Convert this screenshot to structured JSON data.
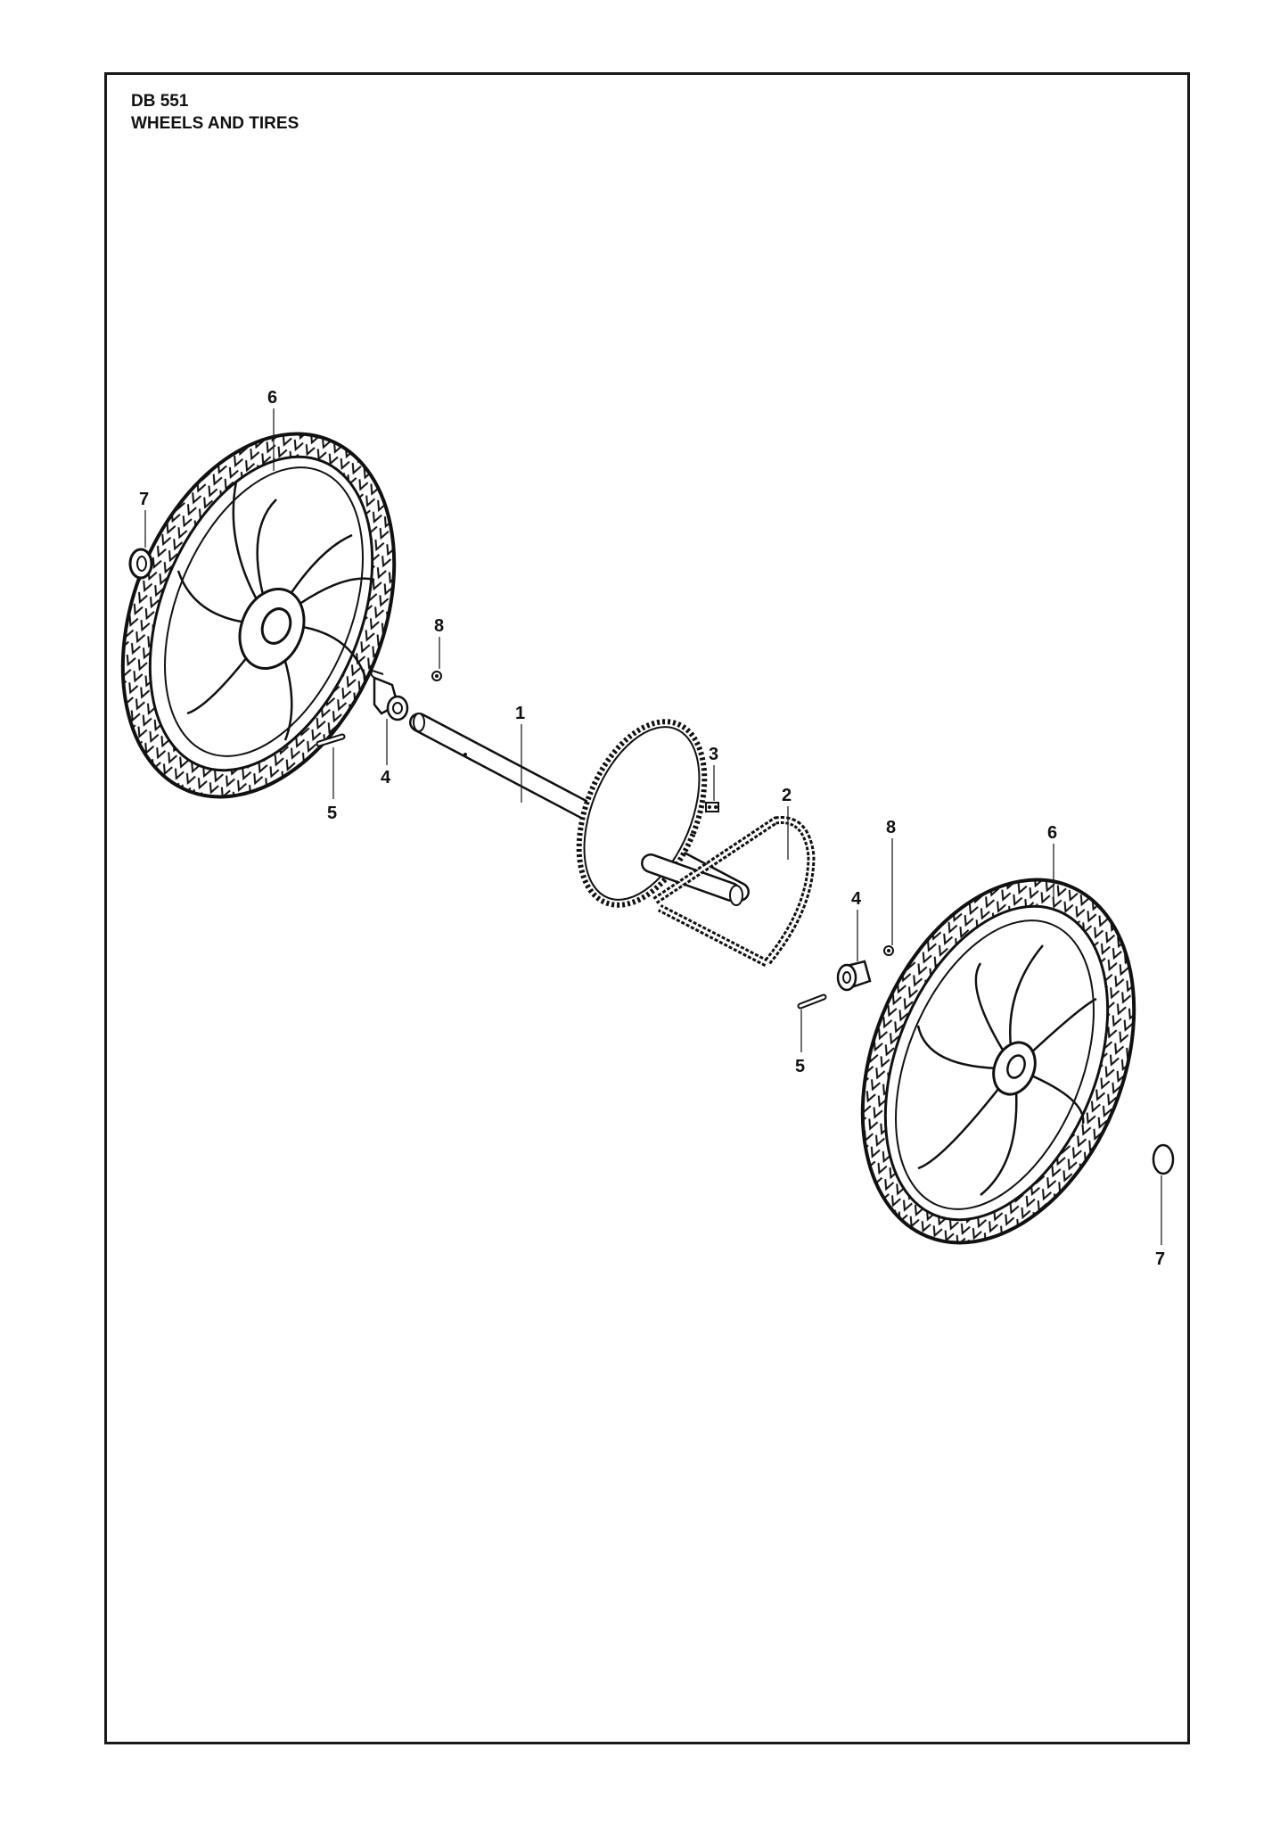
{
  "header": {
    "model": "DB 551",
    "section": "WHEELS AND TIRES"
  },
  "callouts": [
    {
      "id": "c6a",
      "label": "6"
    },
    {
      "id": "c7a",
      "label": "7"
    },
    {
      "id": "c8a",
      "label": "8"
    },
    {
      "id": "c1",
      "label": "1"
    },
    {
      "id": "c4a",
      "label": "4"
    },
    {
      "id": "c5a",
      "label": "5"
    },
    {
      "id": "c3",
      "label": "3"
    },
    {
      "id": "c2",
      "label": "2"
    },
    {
      "id": "c8b",
      "label": "8"
    },
    {
      "id": "c6b",
      "label": "6"
    },
    {
      "id": "c4b",
      "label": "4"
    },
    {
      "id": "c5b",
      "label": "5"
    },
    {
      "id": "c7b",
      "label": "7"
    }
  ],
  "colors": {
    "ink": "#111111",
    "paper": "#ffffff"
  }
}
